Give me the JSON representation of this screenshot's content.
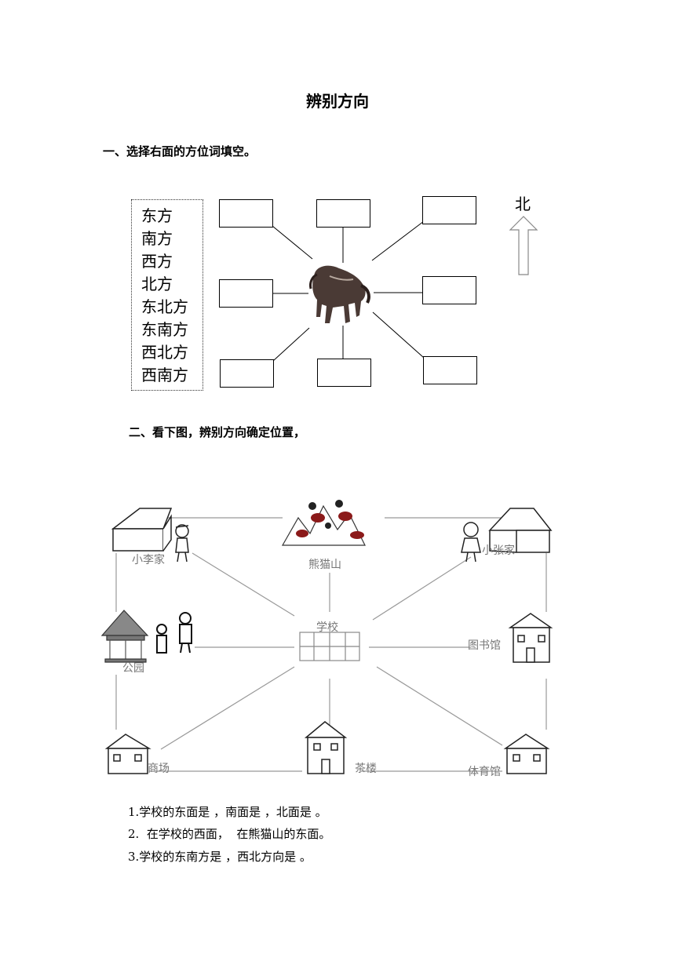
{
  "title": "辨别方向",
  "section1": {
    "heading": "一、选择右面的方位词填空。",
    "words": [
      "东方",
      "南方",
      "西方",
      "北方",
      "东北方",
      "东南方",
      "西北方",
      "西南方"
    ],
    "north_label": "北"
  },
  "section2": {
    "heading": "二、看下图，辨别方向确定位置，",
    "places": {
      "xiaoli": "小李家",
      "panda": "熊猫山",
      "xiaozhang": "小张家",
      "park": "公园",
      "school": "学校",
      "library": "图书馆",
      "mall": "商场",
      "teahouse": "茶楼",
      "gym": "体育馆"
    }
  },
  "questions": [
    "1.学校的东面是 ，南面是 ，北面是 。",
    "2.  在学校的西面，  在熊猫山的东面。",
    "3.学校的东南方是 ，西北方向是 。"
  ]
}
